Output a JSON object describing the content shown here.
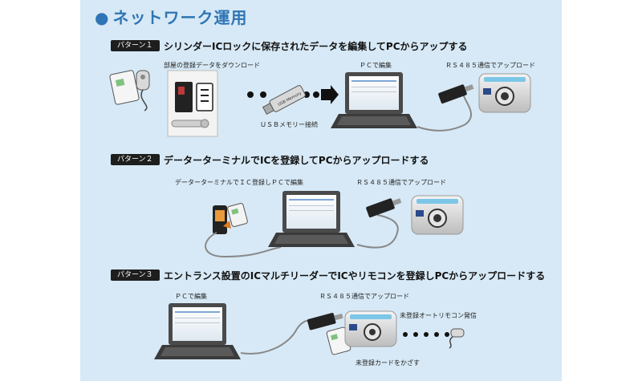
{
  "title": "ネットワーク運用",
  "patterns": [
    {
      "badge": "パターン１",
      "heading": "シリンダーICロックに保存されたデータを編集してPCからアップする",
      "labels": {
        "download": "部屋の登録データをダウンロード",
        "pc_edit": "ＰＣで編集",
        "rs485": "ＲＳ４８５通信でアップロード",
        "usb": "ＵＳＢメモリー接続"
      }
    },
    {
      "badge": "パターン２",
      "heading": "データーターミナルでICを登録してPCからアップロードする",
      "labels": {
        "terminal": "データーターミナルでＩＣ登録しＰＣで編集",
        "rs485": "ＲＳ４８５通信でアップロード"
      }
    },
    {
      "badge": "パターン３",
      "heading": "エントランス設置のICマルチリーダーでICやリモコンを登録しPCからアップロードする",
      "labels": {
        "pc_edit": "ＰＣで編集",
        "rs485": "ＲＳ４８５通信でアップロード",
        "remote": "未登録オートリモコン発信",
        "card": "未登録カードをかざす"
      }
    }
  ],
  "device_text": {
    "usb_stick": "USB Memory"
  }
}
